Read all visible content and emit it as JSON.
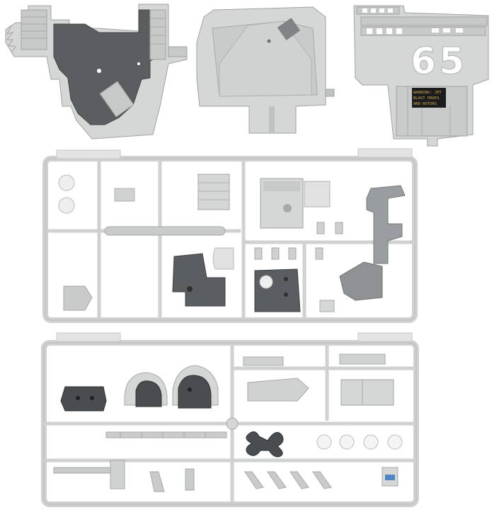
{
  "hull_number": "65",
  "warning_plate": [
    "WARNING: JET",
    "BLAST PROPS",
    "AND ROTORS"
  ],
  "colors": {
    "background": "#ffffff",
    "plastic_light": "#d5d7d6",
    "plastic_shade": "#b9bcbb",
    "plastic_edge": "#9fa3a2",
    "plastic_dark": "#5b5e60",
    "plastic_dark_edge": "#3f4244",
    "number_white": "#ffffff",
    "plate_black": "#1c1c1c"
  }
}
